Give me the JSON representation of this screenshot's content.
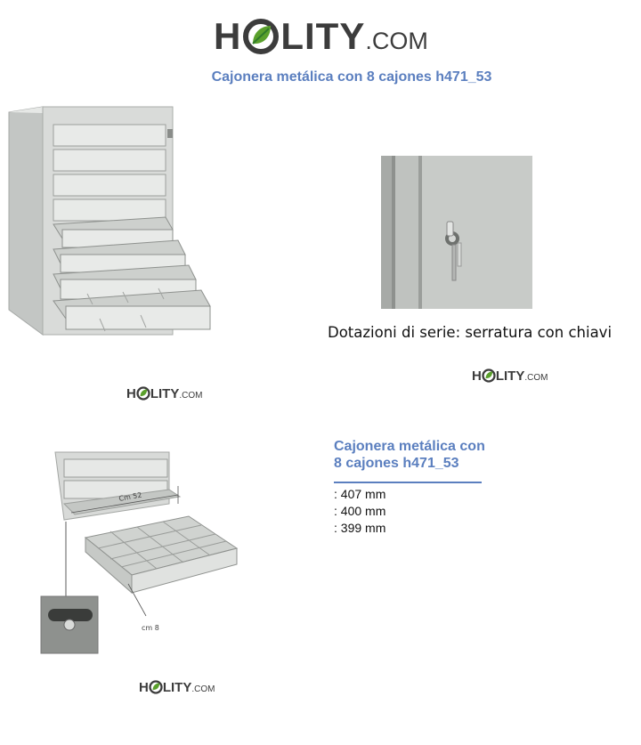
{
  "brand": {
    "left": "H",
    "right": "LITY",
    "suffix": ".COM",
    "colors": {
      "text": "#3c3c3c",
      "ring": "#3c3c3c",
      "leaf": "#5aa02c",
      "leaf_dark": "#2f7a2a"
    }
  },
  "page": {
    "title": "Cajonera metálica con 8 cajones h471_53",
    "accent": "#5b7fbf"
  },
  "images": {
    "cabinet": "cabinet-with-8-drawers-image",
    "lock": "lock-with-keys-image",
    "drawer": "drawer-compartments-image"
  },
  "caption": "Dotazioni di serie: serratura con chiavi",
  "dimensions": {
    "label": "Cm 52",
    "height_label": "cm 8"
  },
  "specs": {
    "title_line1": "Cajonera metálica con",
    "title_line2": "8 cajones h471_53",
    "rows": [
      ": 407 mm",
      ": 400 mm",
      ": 399 mm"
    ]
  }
}
